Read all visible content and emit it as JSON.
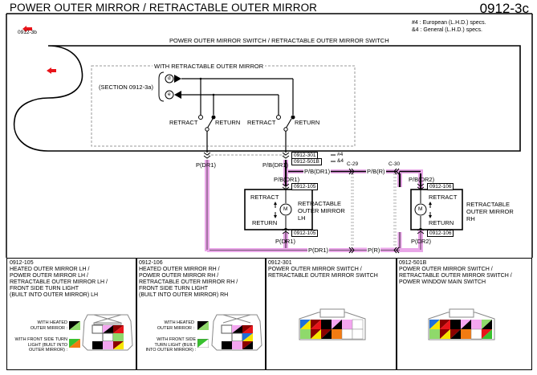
{
  "header": {
    "title": "POWER OUTER MIRROR / RETRACTABLE OUTER MIRROR",
    "page_code": "0912-3c",
    "back_ref": "0912-3b",
    "notes": [
      "#4 : European (L.H.D.) specs.",
      "&4 : General (L.H.D.) specs."
    ]
  },
  "diagram": {
    "switch_title": "POWER OUTER MIRROR SWITCH / RETRACTABLE OUTER MIRROR SWITCH",
    "retract_box_title": "WITH RETRACTABLE OUTER MIRROR",
    "section_ref": "(SECTION 0912-3a)",
    "terminals": [
      "d",
      "e"
    ],
    "switch_labels": [
      "RETRACT",
      "RETURN",
      "RETRACT",
      "RETURN"
    ],
    "wires": {
      "w1": "P(DR1)",
      "w2": "P/B(DR1)",
      "w3": "P/B(DR1)",
      "w4": "P/B(DR1)",
      "w5": "P/B(R)",
      "w6": "P/B(DR2)",
      "w7": "P(DR1)",
      "w8": "P(DR1)",
      "w9": "P(R)",
      "w10": "P(DR2)"
    },
    "connectors": {
      "c301": "0912-301",
      "c501b": "0912-501B",
      "c105a": "0912-105",
      "c105b": "0912-105",
      "c106a": "0912-106",
      "c106b": "0912-106",
      "c29": "C-29",
      "c30": "C-30",
      "mark301": "#4",
      "mark501": "&4"
    },
    "motor_lh": {
      "name": "RETRACTABLE\nOUTER MIRROR\nLH",
      "retract": "RETRACT",
      "return": "RETURN",
      "motor": "M"
    },
    "motor_rh": {
      "name": "RETRACTABLE\nOUTER MIRROR\nRH",
      "retract": "RETRACT",
      "return": "RETURN",
      "motor": "M"
    }
  },
  "panels": [
    {
      "code": "0912-105",
      "title": "HEATED OUTER MIRROR LH /\nPOWER OUTER MIRROR LH /\nRETRACTABLE OUTER MIRROR LH /\nFRONT SIDE TURN LIGHT\n(BUILT INTO OUTER MIRROR) LH",
      "legend1": "WITH HEATED\nOUTER MIRROR :",
      "legend2": "WITH FRONT SIDE TURN\nLIGHT (BUILT INTO\nOUTER MIRROR) :",
      "pins_top": [
        "*",
        "P",
        "BR"
      ],
      "pins_mid": [
        "*",
        "LG"
      ],
      "pins_bot": [
        "B",
        "P",
        "BR"
      ]
    },
    {
      "code": "0912-106",
      "title": "HEATED OUTER MIRROR RH /\nPOWER OUTER MIRROR RH /\nRETRACTABLE OUTER MIRROR RH /\nFRONT SIDE TURN LIGHT\n(BUILT INTO OUTER MIRROR) RH",
      "legend1": "WITH HEATED\nOUTER MIRROR :",
      "legend2": "WITH FRONT SIDE\nTURN LIGHT (BUILT\nINTO OUTER MIRROR) :",
      "pins_top": [
        "*",
        "P",
        "BR"
      ],
      "pins_mid": [
        "*",
        "L"
      ],
      "pins_bot": [
        "B",
        "P",
        "BR"
      ]
    },
    {
      "code": "0912-301",
      "title": "POWER OUTER MIRROR SWITCH /\nRETRACTABLE OUTER MIRROR SWITCH",
      "pins_top": [
        "L",
        "BR",
        "B",
        "P",
        "P",
        "*"
      ],
      "pins_bot": [
        "LG",
        "BR",
        "BR",
        "O",
        "*",
        "*"
      ]
    },
    {
      "code": "0912-501B",
      "title": "POWER OUTER MIRROR SWITCH /\nRETRACTABLE OUTER MIRROR SWITCH /\nPOWER WINDOW MAIN SWITCH",
      "pins_top": [
        "L",
        "BR",
        "B",
        "P",
        "P",
        "LG"
      ],
      "pins_bot": [
        "LG",
        "BR",
        "BR",
        "O",
        "*",
        "R"
      ]
    }
  ],
  "colors": {
    "wire_pink": "#e9a6e8",
    "arrow_red": "#e8141a",
    "dashed_gray": "#999999"
  }
}
